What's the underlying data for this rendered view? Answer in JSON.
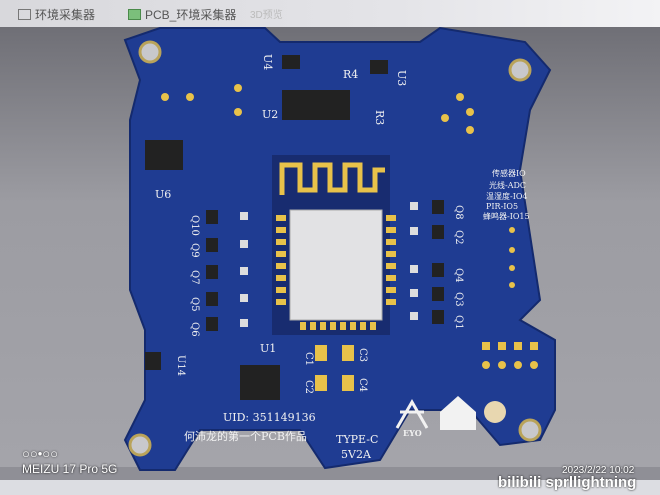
{
  "tabs": [
    {
      "label": "环境采集器",
      "icon": "folder-icon"
    },
    {
      "label": "PCB_环境采集器",
      "icon": "pcb-icon"
    },
    {
      "label": "3D预览",
      "icon": ""
    }
  ],
  "board": {
    "color": "#1f3c92",
    "components": {
      "U4": "U4",
      "R4": "R4",
      "U3": "U3",
      "U2": "U2",
      "R3": "R3",
      "U6": "U6",
      "Q10": "Q10",
      "Q9": "Q9",
      "Q7": "Q7",
      "Q5": "Q5",
      "Q6": "Q6",
      "Q8": "Q8",
      "Q2": "Q2",
      "Q4": "Q4",
      "Q3": "Q3",
      "Q1": "Q1",
      "U1": "U1",
      "U14": "U14",
      "C1": "C1",
      "C2": "C2",
      "C3": "C3",
      "C4": "C4"
    },
    "io_legend": [
      "传感器IO",
      "光线-ADC",
      "温湿度-IO4",
      "PIR-IO5",
      "蜂鸣器-IO15"
    ],
    "uid": "UID: 351149136",
    "author_note": "何沛龙的第一个PCB作品",
    "power": [
      "TYPE-C",
      "5V2A"
    ],
    "logo_text": "EYO"
  },
  "photo_overlay": {
    "indicator": "○○•○○",
    "device": "MEIZU 17 Pro 5G",
    "timestamp": "2023/2/22 10:02",
    "watermark": "bilibili sprllightning"
  }
}
